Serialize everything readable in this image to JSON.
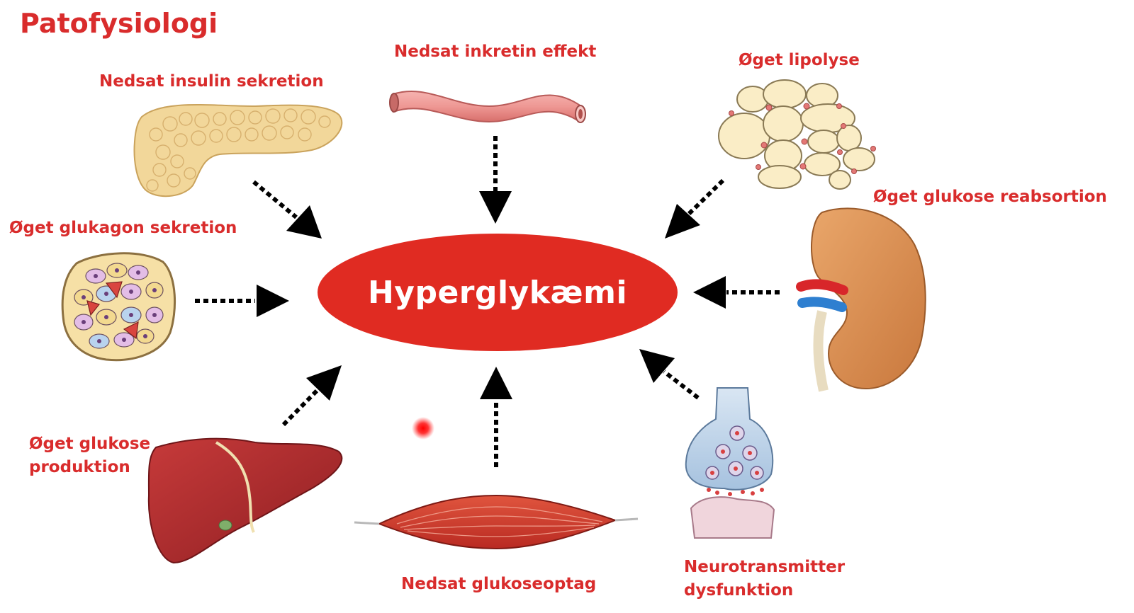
{
  "title": "Patofysiologi",
  "center": "Hyperglykæmi",
  "factors": {
    "insulin": "Nedsat insulin sekretion",
    "inkretin": "Nedsat inkretin effekt",
    "lipolyse": "Øget lipolyse",
    "glukagon": "Øget glukagon sekretion",
    "reabsorption": "Øget glukose reabsortion",
    "produktion_line1": "Øget glukose",
    "produktion_line2": "produktion",
    "glukoseoptag": "Nedsat glukoseoptag",
    "neuro_line1": "Neurotransmitter",
    "neuro_line2": "dysfunktion"
  },
  "colors": {
    "accent": "#d92c2c",
    "center_fill": "#e02b22",
    "arrow": "#000000"
  },
  "icons": [
    "pancreas-icon",
    "blood-vessel-icon",
    "fat-cells-icon",
    "islet-cells-icon",
    "kidney-icon",
    "liver-icon",
    "muscle-icon",
    "synapse-icon",
    "pointer-dot-icon"
  ]
}
